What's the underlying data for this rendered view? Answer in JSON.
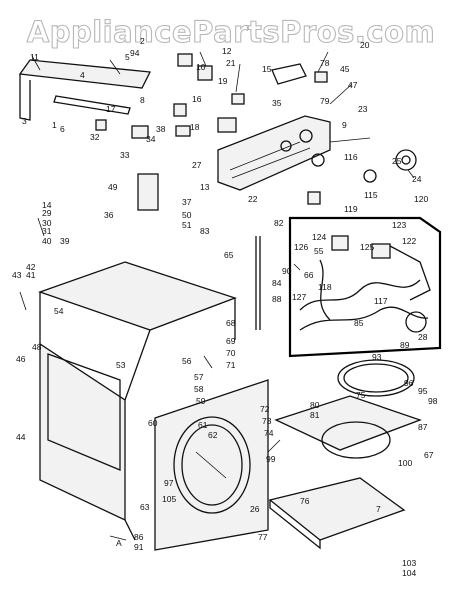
{
  "watermark": "AppliancePartsPros.com",
  "part_numbers": [
    "1",
    "2",
    "3",
    "4",
    "5",
    "6",
    "7",
    "8",
    "9",
    "10",
    "11",
    "12",
    "13",
    "14",
    "15",
    "16",
    "17",
    "18",
    "19",
    "20",
    "21",
    "22",
    "23",
    "24",
    "25",
    "26",
    "27",
    "28",
    "29",
    "30",
    "31",
    "32",
    "33",
    "34",
    "35",
    "36",
    "37",
    "38",
    "39",
    "40",
    "41",
    "42",
    "43",
    "44",
    "45",
    "46",
    "47",
    "48",
    "49",
    "50",
    "51",
    "53",
    "54",
    "55",
    "56",
    "57",
    "58",
    "59",
    "60",
    "61",
    "62",
    "63",
    "65",
    "66",
    "67",
    "68",
    "69",
    "70",
    "71",
    "72",
    "73",
    "74",
    "75",
    "76",
    "77",
    "78",
    "79",
    "80",
    "81",
    "82",
    "83",
    "84",
    "85",
    "86",
    "87",
    "88",
    "89",
    "90",
    "91",
    "93",
    "94",
    "95",
    "96",
    "97",
    "98",
    "99",
    "100",
    "103",
    "104",
    "105",
    "115",
    "116",
    "117",
    "118",
    "119",
    "120",
    "122",
    "123",
    "124",
    "125",
    "126",
    "127",
    "A"
  ]
}
